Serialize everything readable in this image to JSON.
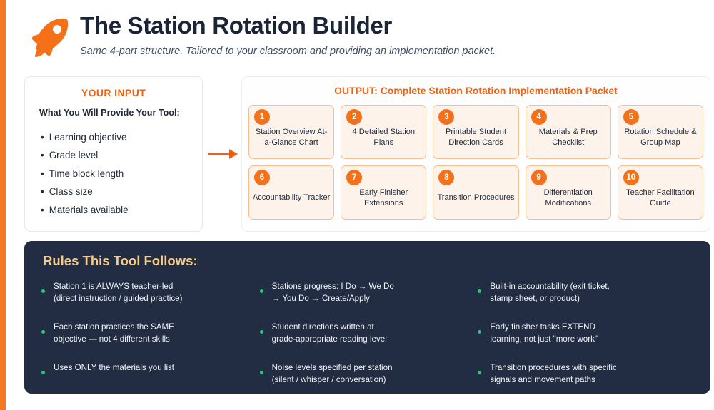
{
  "theme": {
    "accent_orange": "#F57722",
    "badge_orange": "#F4711A",
    "card_bg": "#FDF3EA",
    "card_border": "#F6BE90",
    "dark_panel": "#222C42",
    "rules_title_gold": "#F7CC86",
    "bullet_green": "#27C878",
    "title_navy": "#1B2437"
  },
  "header": {
    "icon": "rocket-icon",
    "title": "The Station Rotation Builder",
    "subtitle": "Same 4-part structure. Tailored to your classroom and providing an implementation packet."
  },
  "input_panel": {
    "heading": "YOUR INPUT",
    "subheading": "What You Will Provide Your Tool:",
    "items": [
      "Learning objective",
      "Grade level",
      "Time block length",
      "Class size",
      "Materials available"
    ]
  },
  "flow": {
    "arrow_icon": "arrow-right-icon"
  },
  "output_panel": {
    "heading": "OUTPUT: Complete Station Rotation Implementation Packet",
    "cards": [
      {
        "number": "1",
        "label": "Station Overview\nAt-a-Glance Chart"
      },
      {
        "number": "2",
        "label": "4 Detailed\nStation Plans"
      },
      {
        "number": "3",
        "label": "Printable Student\nDirection Cards"
      },
      {
        "number": "4",
        "label": "Materials &\nPrep Checklist"
      },
      {
        "number": "5",
        "label": "Rotation Schedule\n& Group Map"
      },
      {
        "number": "6",
        "label": "Accountability\nTracker"
      },
      {
        "number": "7",
        "label": "Early Finisher\nExtensions"
      },
      {
        "number": "8",
        "label": "Transition\nProcedures"
      },
      {
        "number": "9",
        "label": "Differentiation\nModifications"
      },
      {
        "number": "10",
        "label": "Teacher\nFacilitation Guide"
      }
    ]
  },
  "rules_panel": {
    "title": "Rules This Tool Follows:",
    "columns": [
      [
        "Station 1 is ALWAYS teacher-led\n(direct instruction / guided practice)",
        "Each station practices the SAME\nobjective — not 4 different skills",
        "Uses ONLY the materials you list"
      ],
      [
        "Stations progress: I Do → We Do\n→ You Do → Create/Apply",
        "Student directions written at\ngrade-appropriate reading level",
        "Noise levels specified per station\n(silent / whisper / conversation)"
      ],
      [
        "Built-in accountability (exit ticket,\nstamp sheet, or product)",
        "Early finisher tasks EXTEND\nlearning, not just \"more work\"",
        "Transition procedures with specific\nsignals and movement paths"
      ]
    ]
  }
}
